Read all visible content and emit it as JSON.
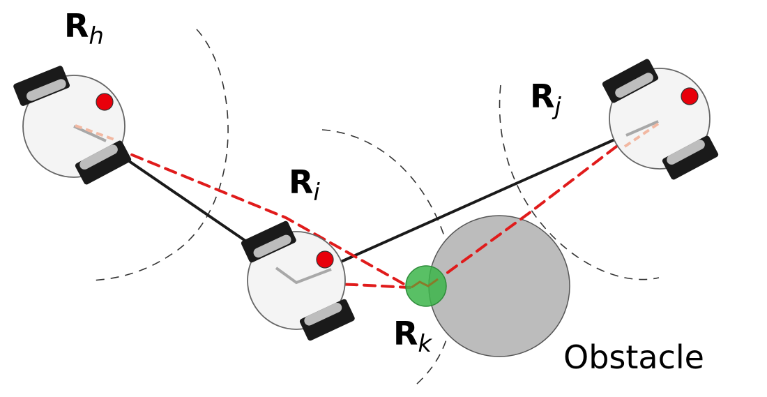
{
  "robots": {
    "h": {
      "main": "R",
      "sub": "h"
    },
    "i": {
      "main": "R",
      "sub": "i"
    },
    "j": {
      "main": "R",
      "sub": "j"
    },
    "k": {
      "main": "R",
      "sub": "k"
    }
  },
  "obstacle": {
    "label": "Obstacle"
  },
  "colors": {
    "background": "#ffffff",
    "robot_body": "#f4f4f4",
    "robot_outline": "#666666",
    "wheel": "#1a1a1a",
    "wheel_highlight": "#bdbdbd",
    "marker": "#e8000b",
    "obstacle": "#bcbcbc",
    "robot_k": "#3cb54a",
    "link_line": "#1a1a1a",
    "dashed_link": "#e01b1b",
    "range_arc": "#333333"
  }
}
